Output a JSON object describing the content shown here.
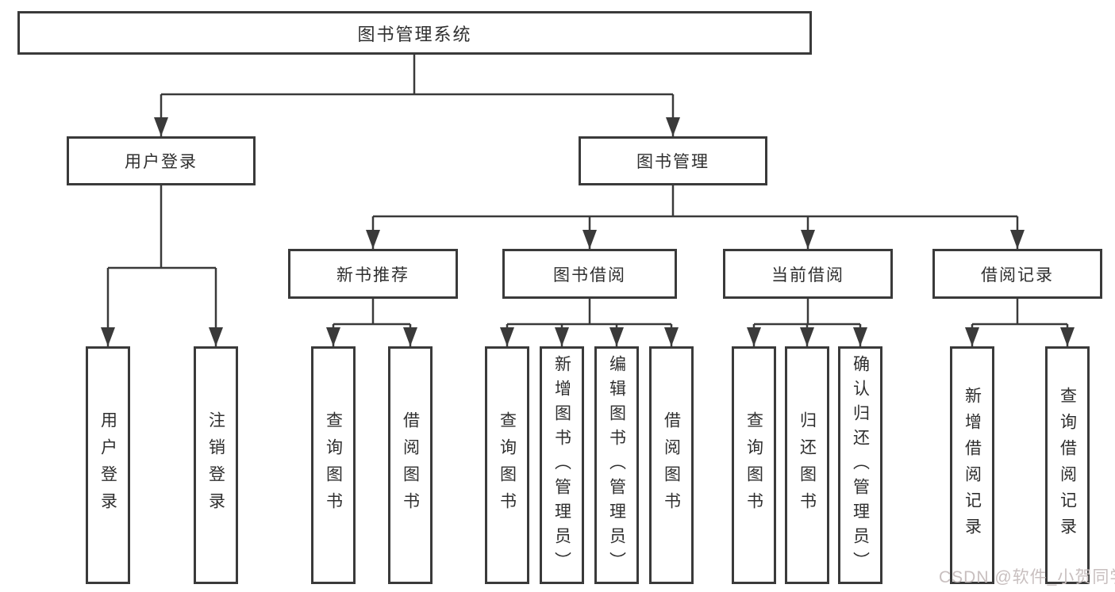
{
  "diagram": {
    "root": {
      "label": "图书管理系统"
    },
    "level2": [
      {
        "label": "用户登录"
      },
      {
        "label": "图书管理"
      }
    ],
    "level3": [
      {
        "label": "新书推荐"
      },
      {
        "label": "图书借阅"
      },
      {
        "label": "当前借阅"
      },
      {
        "label": "借阅记录"
      }
    ],
    "leaves": {
      "user_login": [
        "用户登录",
        "注销登录"
      ],
      "new_book": [
        "查询图书",
        "借阅图书"
      ],
      "book_borrow": [
        "查询图书",
        "新增图书（管理员）",
        "编辑图书（管理员）",
        "借阅图书"
      ],
      "current_borrow": [
        "查询图书",
        "归还图书",
        "确认归还（管理员）"
      ],
      "borrow_records": [
        "新增借阅记录",
        "查询借阅记录"
      ]
    }
  },
  "watermark": {
    "text": "CSDN @软件_小贺同学"
  },
  "colors": {
    "line": "#3a3a3a",
    "box_border": "#3a3a3a",
    "text": "#2f2f2f",
    "background": "#ffffff",
    "watermark": "#c8bfbf"
  }
}
